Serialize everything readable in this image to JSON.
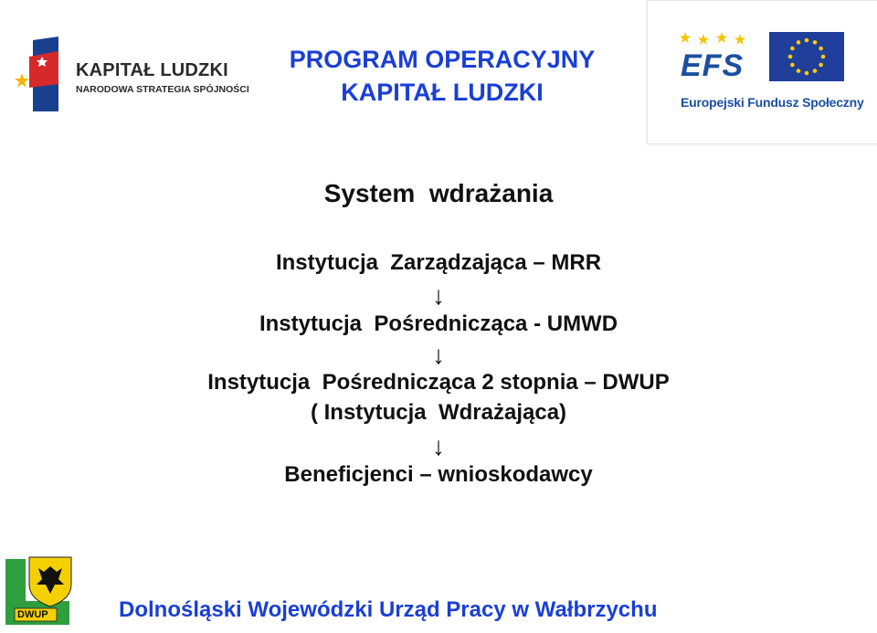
{
  "logos": {
    "kapital_ludzki": {
      "title": "KAPITAŁ LUDZKI",
      "subtitle": "NARODOWA STRATEGIA SPÓJNOŚCI"
    },
    "efs": {
      "abbr": "EFS",
      "name": "Europejski Fundusz Społeczny"
    },
    "dwup": {
      "abbr": "DWUP"
    }
  },
  "header": {
    "program_line1": "PROGRAM   OPERACYJNY",
    "program_line2": "KAPITAŁ LUDZKI"
  },
  "content": {
    "title": "System  wdrażania",
    "level1": "Instytucja  Zarządzająca – MRR",
    "level2": "Instytucja  Pośrednicząca - UMWD",
    "level3_line1": "Instytucja  Pośrednicząca 2 stopnia – DWUP",
    "level3_line2": "( Instytucja  Wdrażająca)",
    "level4": "Beneficjenci – wnioskodawcy",
    "arrow_glyph": "↓"
  },
  "footer": {
    "text": "Dolnośląski Wojewódzki Urząd Pracy w Wałbrzychu"
  },
  "colors": {
    "blue_text": "#1a3fd6",
    "eu_blue": "#1f3f9b",
    "eu_star": "#ffcc00"
  }
}
